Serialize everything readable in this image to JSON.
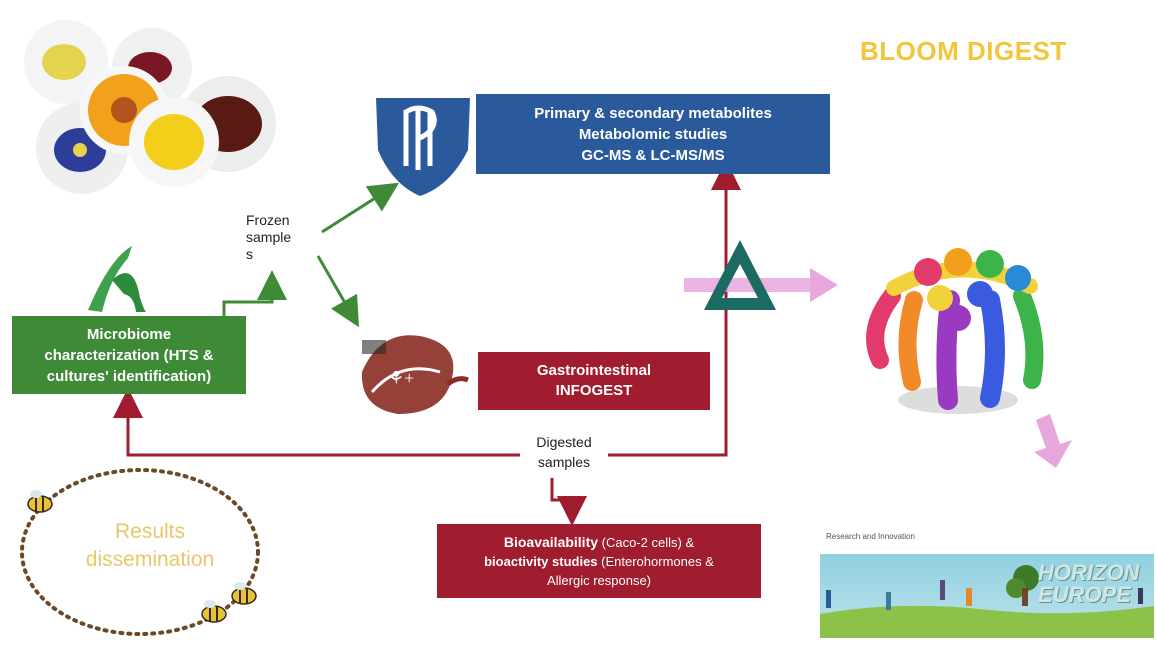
{
  "title": "BLOOM DIGEST",
  "boxes": {
    "metabolites": [
      "Primary & secondary metabolites",
      "Metabolomic studies",
      "GC-MS & LC-MS/MS"
    ],
    "microbiome": [
      "Microbiome",
      "characterization (HTS &",
      "cultures' identification)"
    ],
    "gastro": [
      "Gastrointestinal",
      "INFOGEST"
    ],
    "bioavailability": {
      "line1_bold": "Bioavailability",
      "line1_rest": " (Caco-2 cells) &",
      "line2_bold": "bioactivity studies",
      "line2_rest": " (Enterohormones &",
      "line3": "Allergic response)"
    }
  },
  "labels": {
    "frozen": [
      "Frozen",
      "sample",
      "s"
    ],
    "digested": [
      "Digested",
      "samples"
    ],
    "results": [
      "Results",
      "dissemination"
    ]
  },
  "horizon": {
    "header": "Research and Innovation",
    "brand_line1": "HORIZON",
    "brand_line2": "EUROPE"
  },
  "colors": {
    "blue": "#2a5a9c",
    "green": "#3f8a36",
    "red": "#a01c2f",
    "gold": "#f2c53a",
    "pink": "#e7a6dc",
    "teal": "#1c6b63"
  }
}
